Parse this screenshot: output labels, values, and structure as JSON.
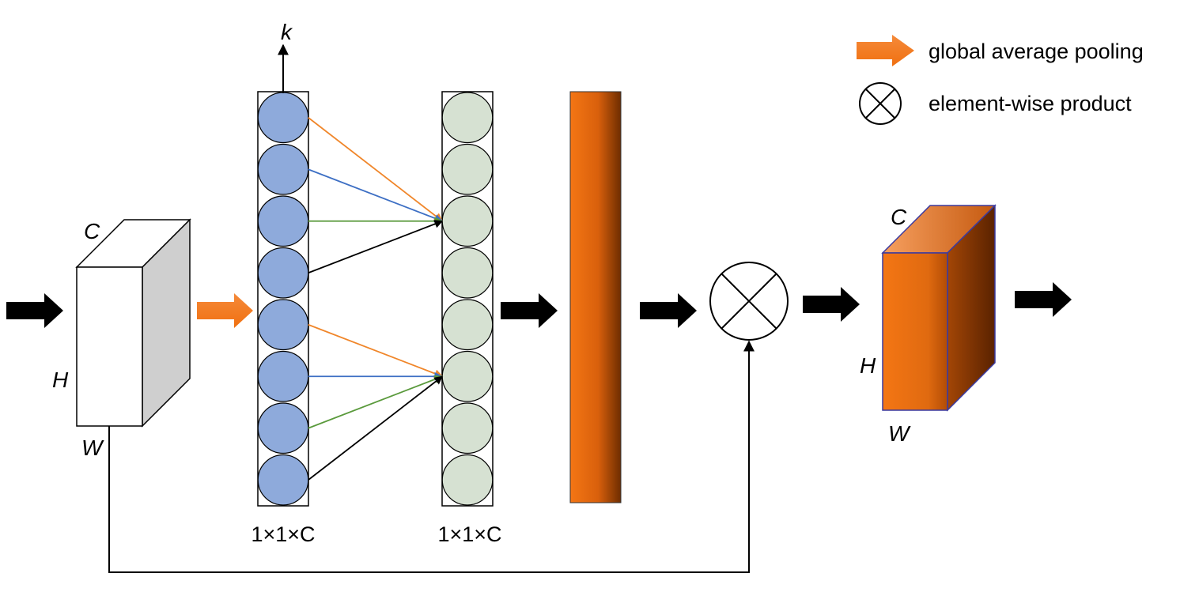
{
  "legend": {
    "gap_label": "global average pooling",
    "product_label": "element-wise product"
  },
  "input_block": {
    "c": "C",
    "h": "H",
    "w": "W"
  },
  "output_block": {
    "c": "C",
    "h": "H",
    "w": "W"
  },
  "kernel_label": "k",
  "vector1": {
    "label": "1×1×C",
    "nodes": 8
  },
  "vector2": {
    "label": "1×1×C",
    "nodes": 8
  },
  "colors": {
    "blue_node": "#8eaadb",
    "green_node": "#d6e1d2",
    "orange": "#f07a1a",
    "orange_dark": "#7a3200",
    "gray_side": "#cfcfcf",
    "line_orange": "#f0862a",
    "line_blue": "#3d6fc4",
    "line_green": "#5a9a3c",
    "line_black": "#000000"
  }
}
